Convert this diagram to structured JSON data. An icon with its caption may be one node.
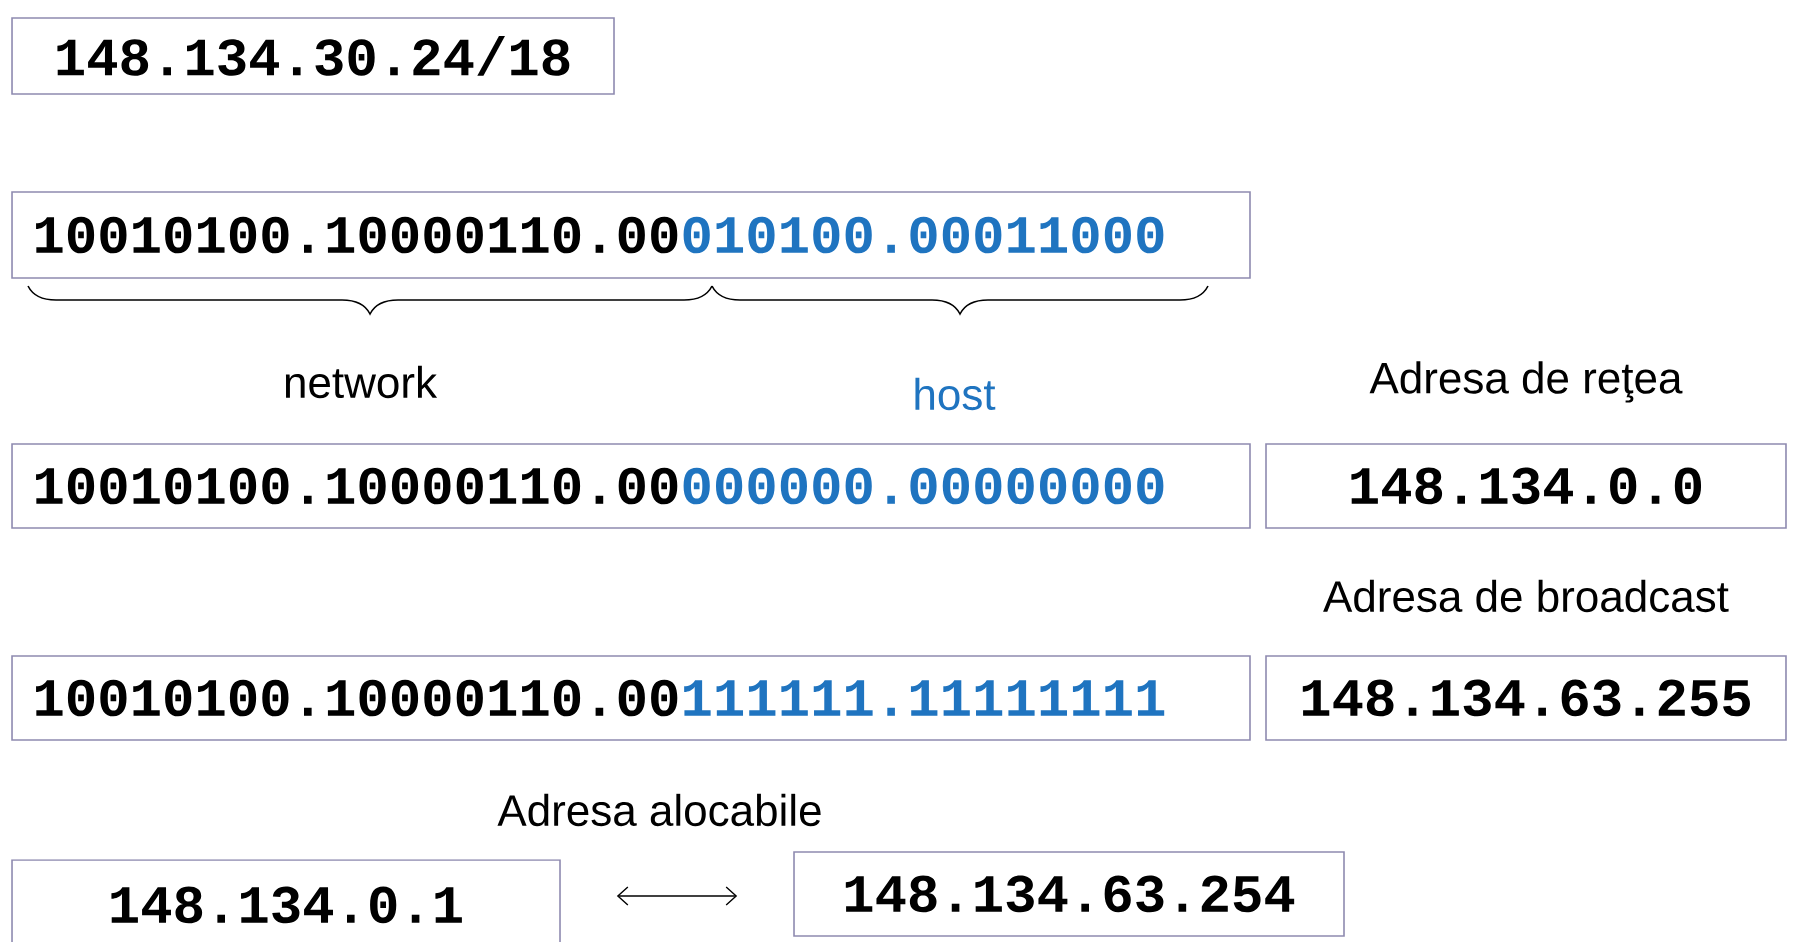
{
  "diagram": {
    "nodes": [
      {
        "text": [
          "148.134.30.24/18"
        ]
      },
      {
        "text": [
          "10010100.10000110.00",
          "010100.00011000"
        ]
      },
      {
        "text": [
          "10010100.10000110.00",
          "000000.00000000"
        ]
      },
      {
        "text": [
          "Adresa de reţea",
          "148.134.0.0"
        ]
      },
      {
        "text": [
          "10010100.10000110.00",
          "111111.11111111"
        ]
      },
      {
        "text": [
          "Adresa de broadcast",
          "148.134.63.255"
        ]
      },
      {
        "text": [
          "148.134.0.1"
        ]
      },
      {
        "text": [
          "148.134.63.254"
        ]
      }
    ],
    "edges": [
      {
        "from": 6,
        "to": 7,
        "arrow": "both"
      }
    ],
    "labels": [
      "network",
      "host",
      "Adresa alocabile"
    ]
  }
}
